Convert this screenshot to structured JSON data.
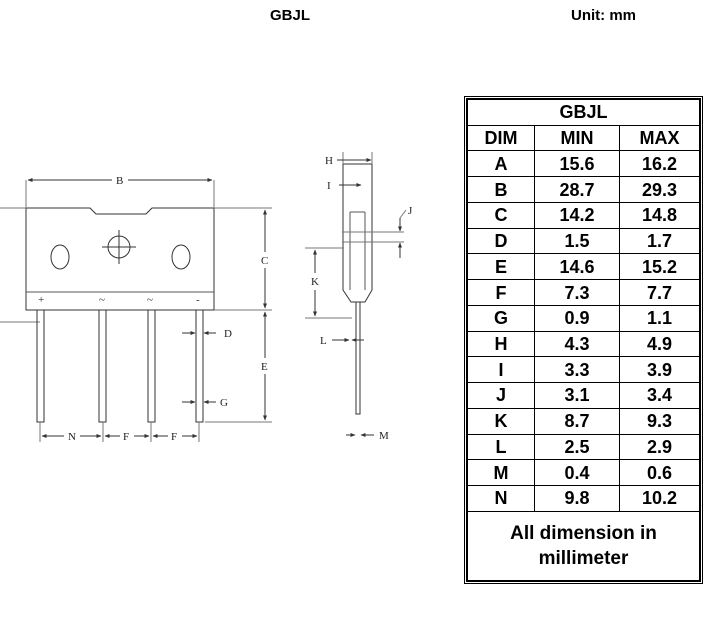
{
  "header": {
    "title": "GBJL",
    "unit": "Unit: mm"
  },
  "diagram": {
    "front_labels": [
      "B",
      "C",
      "D",
      "E",
      "G",
      "N",
      "F",
      "F"
    ],
    "pin_markings": [
      "+",
      "~",
      "~",
      "-"
    ],
    "side_labels": [
      "H",
      "I",
      "J",
      "K",
      "L",
      "M"
    ]
  },
  "table": {
    "title": "GBJL",
    "headers": [
      "DIM",
      "MIN",
      "MAX"
    ],
    "rows": [
      [
        "A",
        "15.6",
        "16.2"
      ],
      [
        "B",
        "28.7",
        "29.3"
      ],
      [
        "C",
        "14.2",
        "14.8"
      ],
      [
        "D",
        "1.5",
        "1.7"
      ],
      [
        "E",
        "14.6",
        "15.2"
      ],
      [
        "F",
        "7.3",
        "7.7"
      ],
      [
        "G",
        "0.9",
        "1.1"
      ],
      [
        "H",
        "4.3",
        "4.9"
      ],
      [
        "I",
        "3.3",
        "3.9"
      ],
      [
        "J",
        "3.1",
        "3.4"
      ],
      [
        "K",
        "8.7",
        "9.3"
      ],
      [
        "L",
        "2.5",
        "2.9"
      ],
      [
        "M",
        "0.4",
        "0.6"
      ],
      [
        "N",
        "9.8",
        "10.2"
      ]
    ],
    "footer": "All dimension in millimeter"
  }
}
